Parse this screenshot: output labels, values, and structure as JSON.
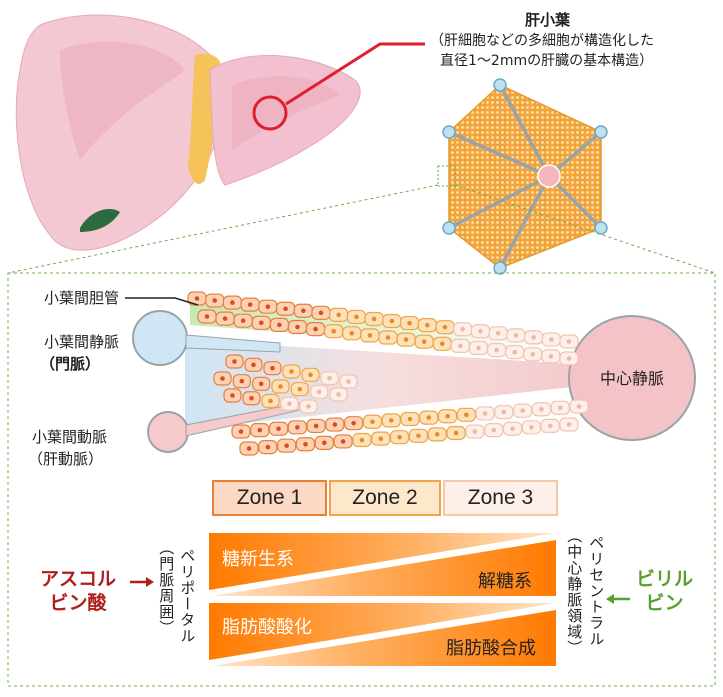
{
  "lobule": {
    "title": "肝小葉",
    "desc_line1": "（肝細胞などの多細胞が構造化した",
    "desc_line2": "直径1～2mmの肝臓の基本構造）"
  },
  "labels": {
    "bile_duct": "小葉間胆管",
    "portal_vein": "小葉間静脈",
    "portal_vein_sub": "（門脈）",
    "hepatic_artery": "小葉間動脈",
    "hepatic_artery_sub": "（肝動脈）",
    "central_vein": "中心静脈"
  },
  "zones": [
    "Zone 1",
    "Zone 2",
    "Zone 3"
  ],
  "periportal": "ペリポータル",
  "periportal_sub": "（門脈周囲）",
  "pericentral": "ペリセントラル",
  "pericentral_sub": "（中心静脈領域）",
  "ascorbic": {
    "line1": "アスコル",
    "line2": "ビン酸"
  },
  "bilirubin": {
    "line1": "ビリル",
    "line2": "ビン"
  },
  "wedges": {
    "top_left": "糖新生系",
    "top_right": "解糖系",
    "bottom_left": "脂肪酸酸化",
    "bottom_right": "脂肪酸合成"
  },
  "colors": {
    "ascorbic": "#b01d1d",
    "bilirubin": "#5aa02c",
    "zone1_border": "#e8803a",
    "zone2_border": "#f0a54a",
    "zone3_border": "#f5c9a8",
    "accent_red": "#e01e2e"
  }
}
